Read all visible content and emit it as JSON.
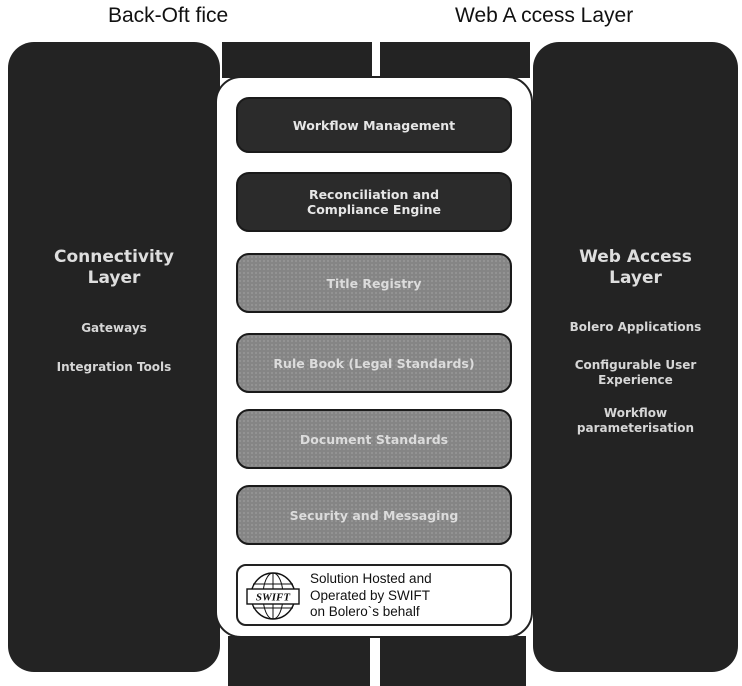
{
  "header": {
    "left_label": "Back-Oft fice",
    "right_label": "Web A ccess Layer"
  },
  "left_panel": {
    "heading": "Connectivity\nLayer",
    "items": [
      "Gateways",
      "Integration Tools"
    ]
  },
  "right_panel": {
    "heading": "Web Access\nLayer",
    "items": [
      "Bolero Applications",
      "Configurable User\nExperience",
      "Workflow\nparameterisation"
    ]
  },
  "core_blocks": [
    {
      "label": "Workflow Management",
      "style": "dark"
    },
    {
      "label": "Reconciliation and\nCompliance Engine",
      "style": "dark"
    },
    {
      "label": "Title Registry",
      "style": "grey"
    },
    {
      "label": "Rule Book (Legal Standards)",
      "style": "grey"
    },
    {
      "label": "Document Standards",
      "style": "grey"
    },
    {
      "label": "Security and Messaging",
      "style": "grey"
    }
  ],
  "hosting": {
    "logo_text": "SWIFT",
    "text": "Solution Hosted and\nOperated by SWIFT\non Bolero`s behalf"
  },
  "colors": {
    "panel": "#232323",
    "dark_block": "#2b2b2b",
    "grey_block": "#858585",
    "panel_text": "#dedede"
  }
}
